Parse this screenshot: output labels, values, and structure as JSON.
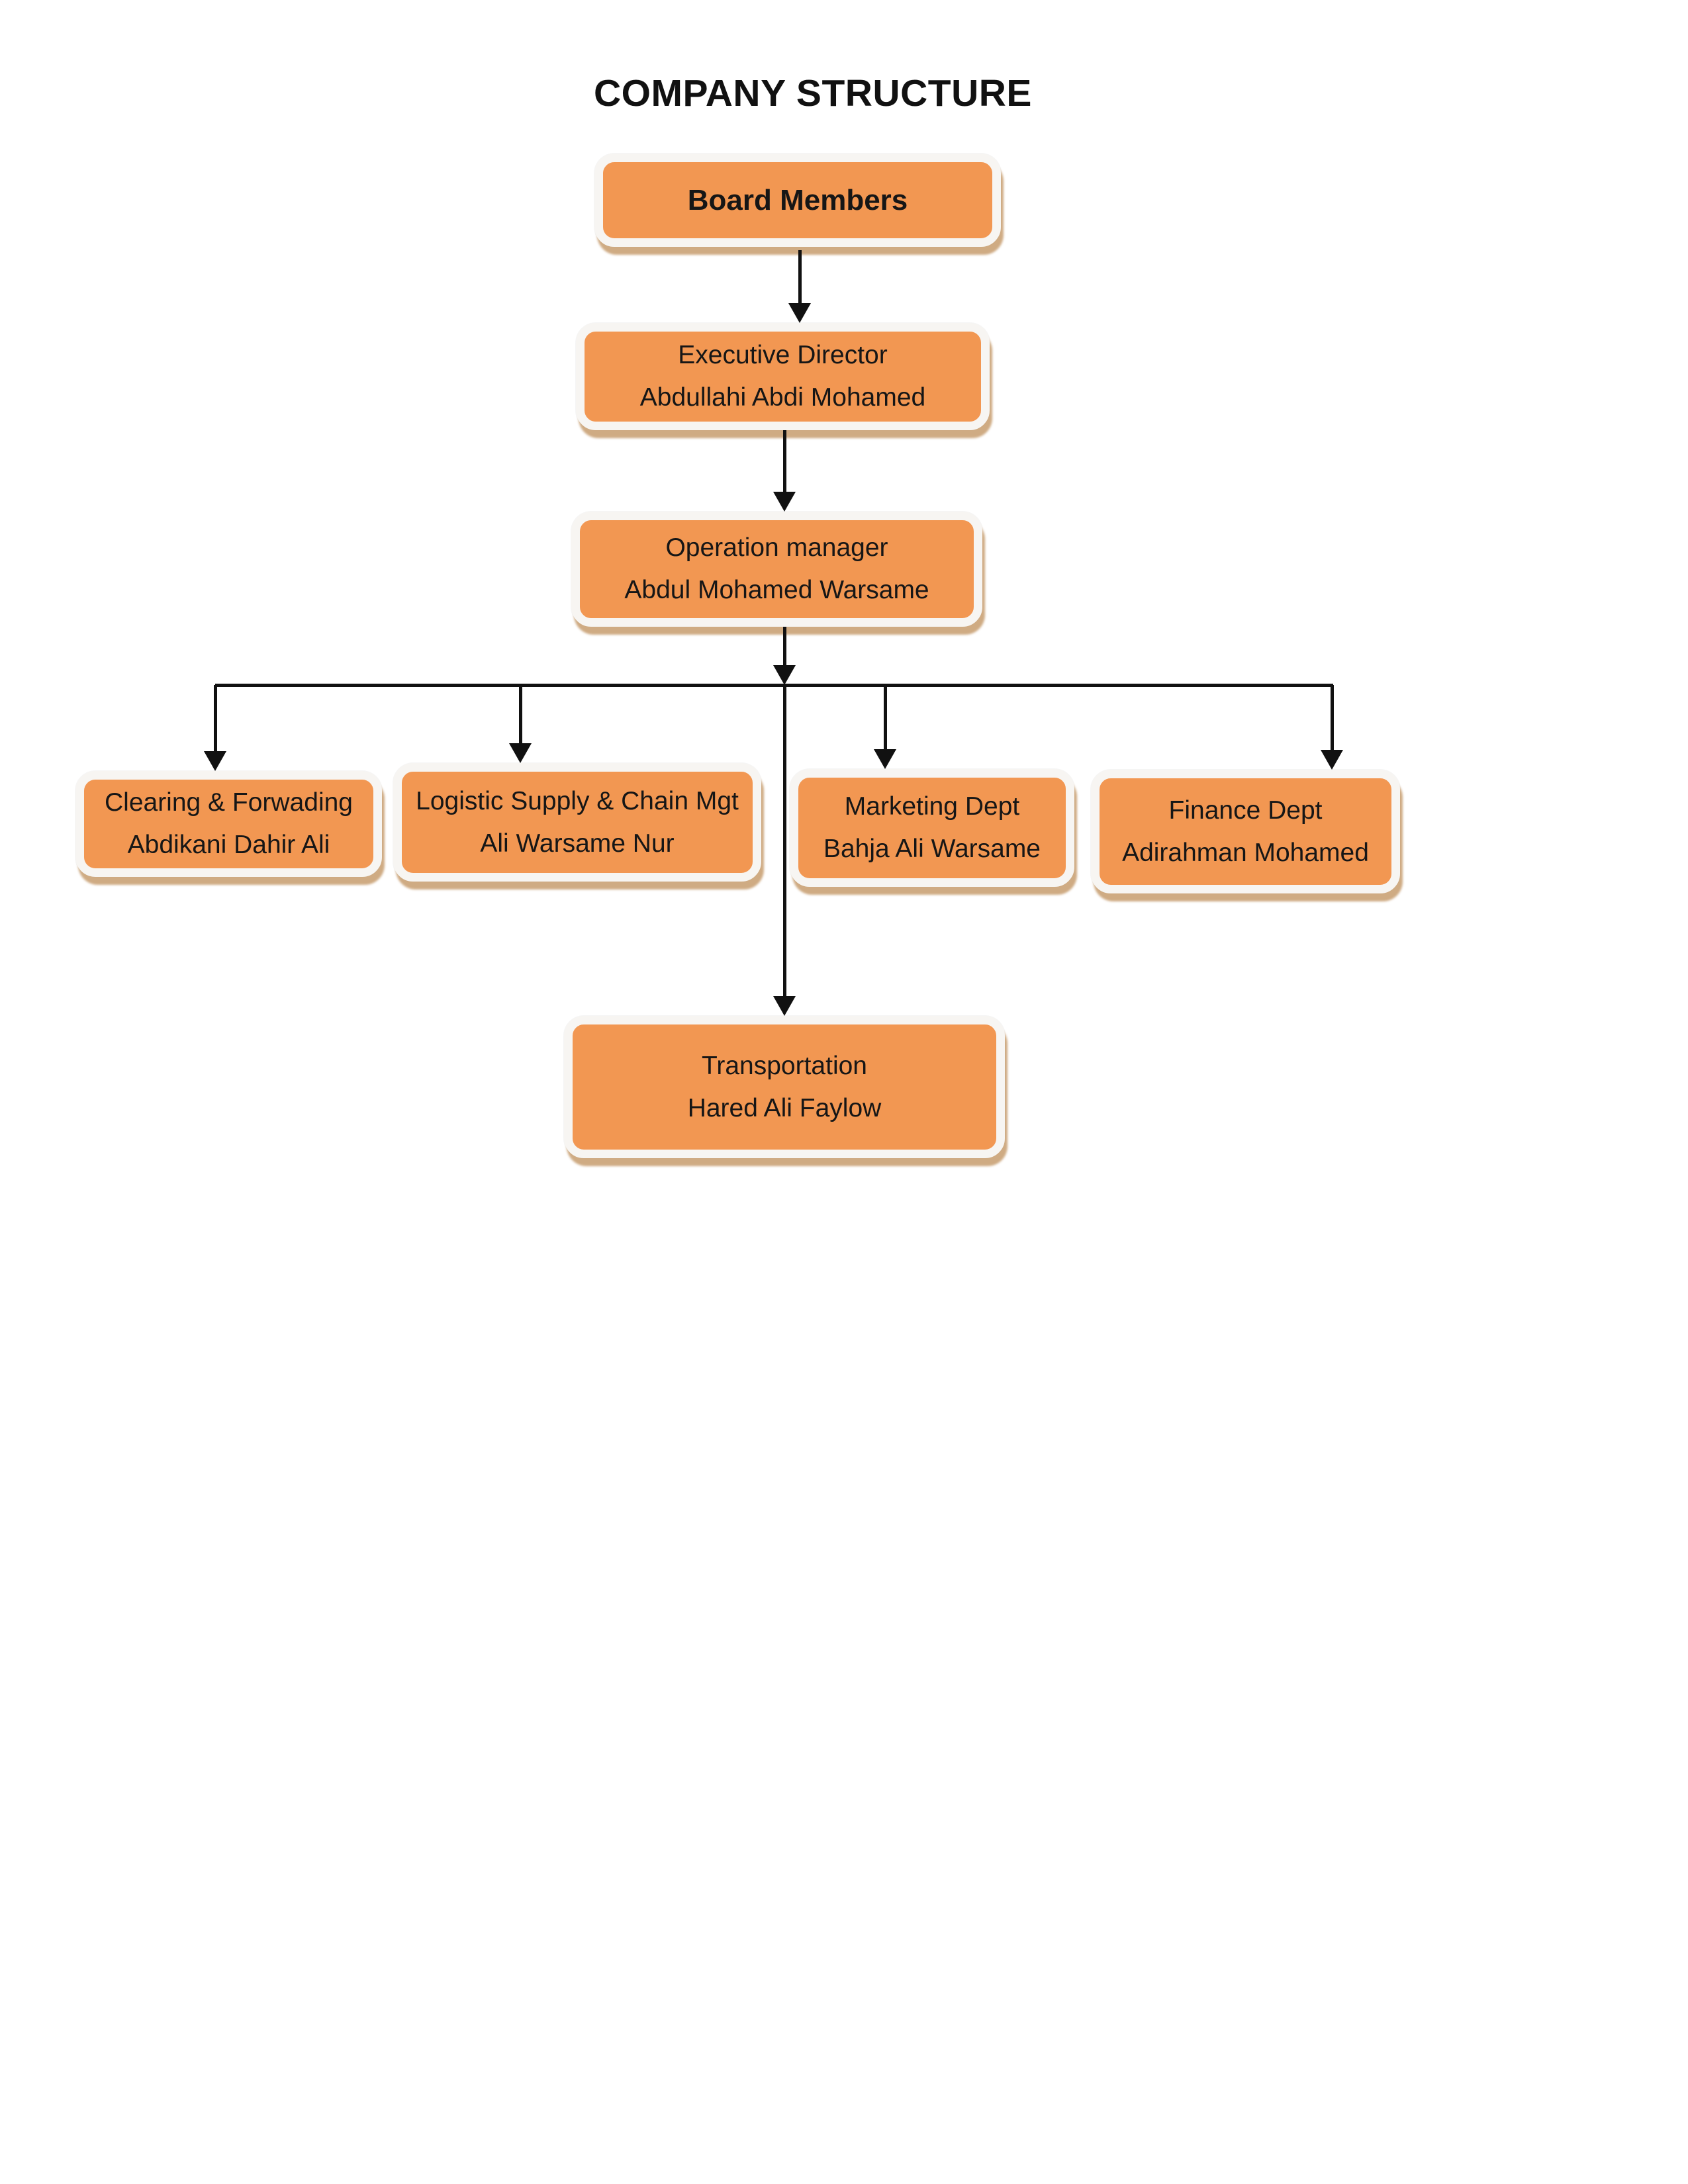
{
  "page": {
    "title": "COMPANY STRUCTURE",
    "background_color": "#FFFFFF"
  },
  "colors": {
    "node_fill": "#F29752",
    "node_border": "#F7F5F2",
    "node_shadow": "#CAA276",
    "connector": "#111111",
    "text": "#161616"
  },
  "org_chart": {
    "type": "org-tree",
    "nodes": [
      {
        "id": "board",
        "title": "Board Members",
        "name": ""
      },
      {
        "id": "executive",
        "title": "Executive Director",
        "name": "Abdullahi Abdi Mohamed"
      },
      {
        "id": "operation",
        "title": "Operation manager",
        "name": "Abdul Mohamed Warsame"
      },
      {
        "id": "clearing",
        "title": "Clearing & Forwading",
        "name": "Abdikani Dahir Ali"
      },
      {
        "id": "logistic",
        "title": "Logistic Supply & Chain Mgt",
        "name": "Ali Warsame Nur"
      },
      {
        "id": "marketing",
        "title": "Marketing Dept",
        "name": "Bahja Ali Warsame"
      },
      {
        "id": "finance",
        "title": "Finance Dept",
        "name": "Adirahman Mohamed"
      },
      {
        "id": "transportation",
        "title": "Transportation",
        "name": "Hared Ali Faylow"
      }
    ],
    "edges": [
      {
        "from": "board",
        "to": "executive"
      },
      {
        "from": "executive",
        "to": "operation"
      },
      {
        "from": "operation",
        "to": "clearing"
      },
      {
        "from": "operation",
        "to": "logistic"
      },
      {
        "from": "operation",
        "to": "marketing"
      },
      {
        "from": "operation",
        "to": "finance"
      },
      {
        "from": "operation",
        "to": "transportation"
      }
    ]
  }
}
